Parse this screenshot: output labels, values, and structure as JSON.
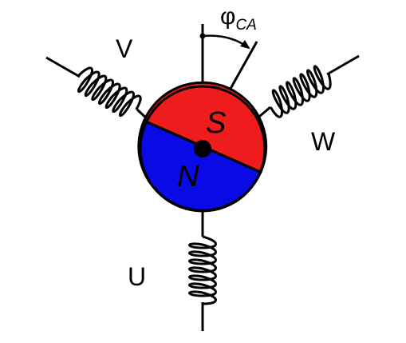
{
  "coils": {
    "u": {
      "label": "U"
    },
    "v": {
      "label": "V"
    },
    "w": {
      "label": "W"
    }
  },
  "rotor": {
    "north_label": "N",
    "south_label": "S",
    "north_color": "#0a0ae6",
    "south_color": "#ee1c1c"
  },
  "angle": {
    "symbol": "φ",
    "subscript": "CA"
  }
}
